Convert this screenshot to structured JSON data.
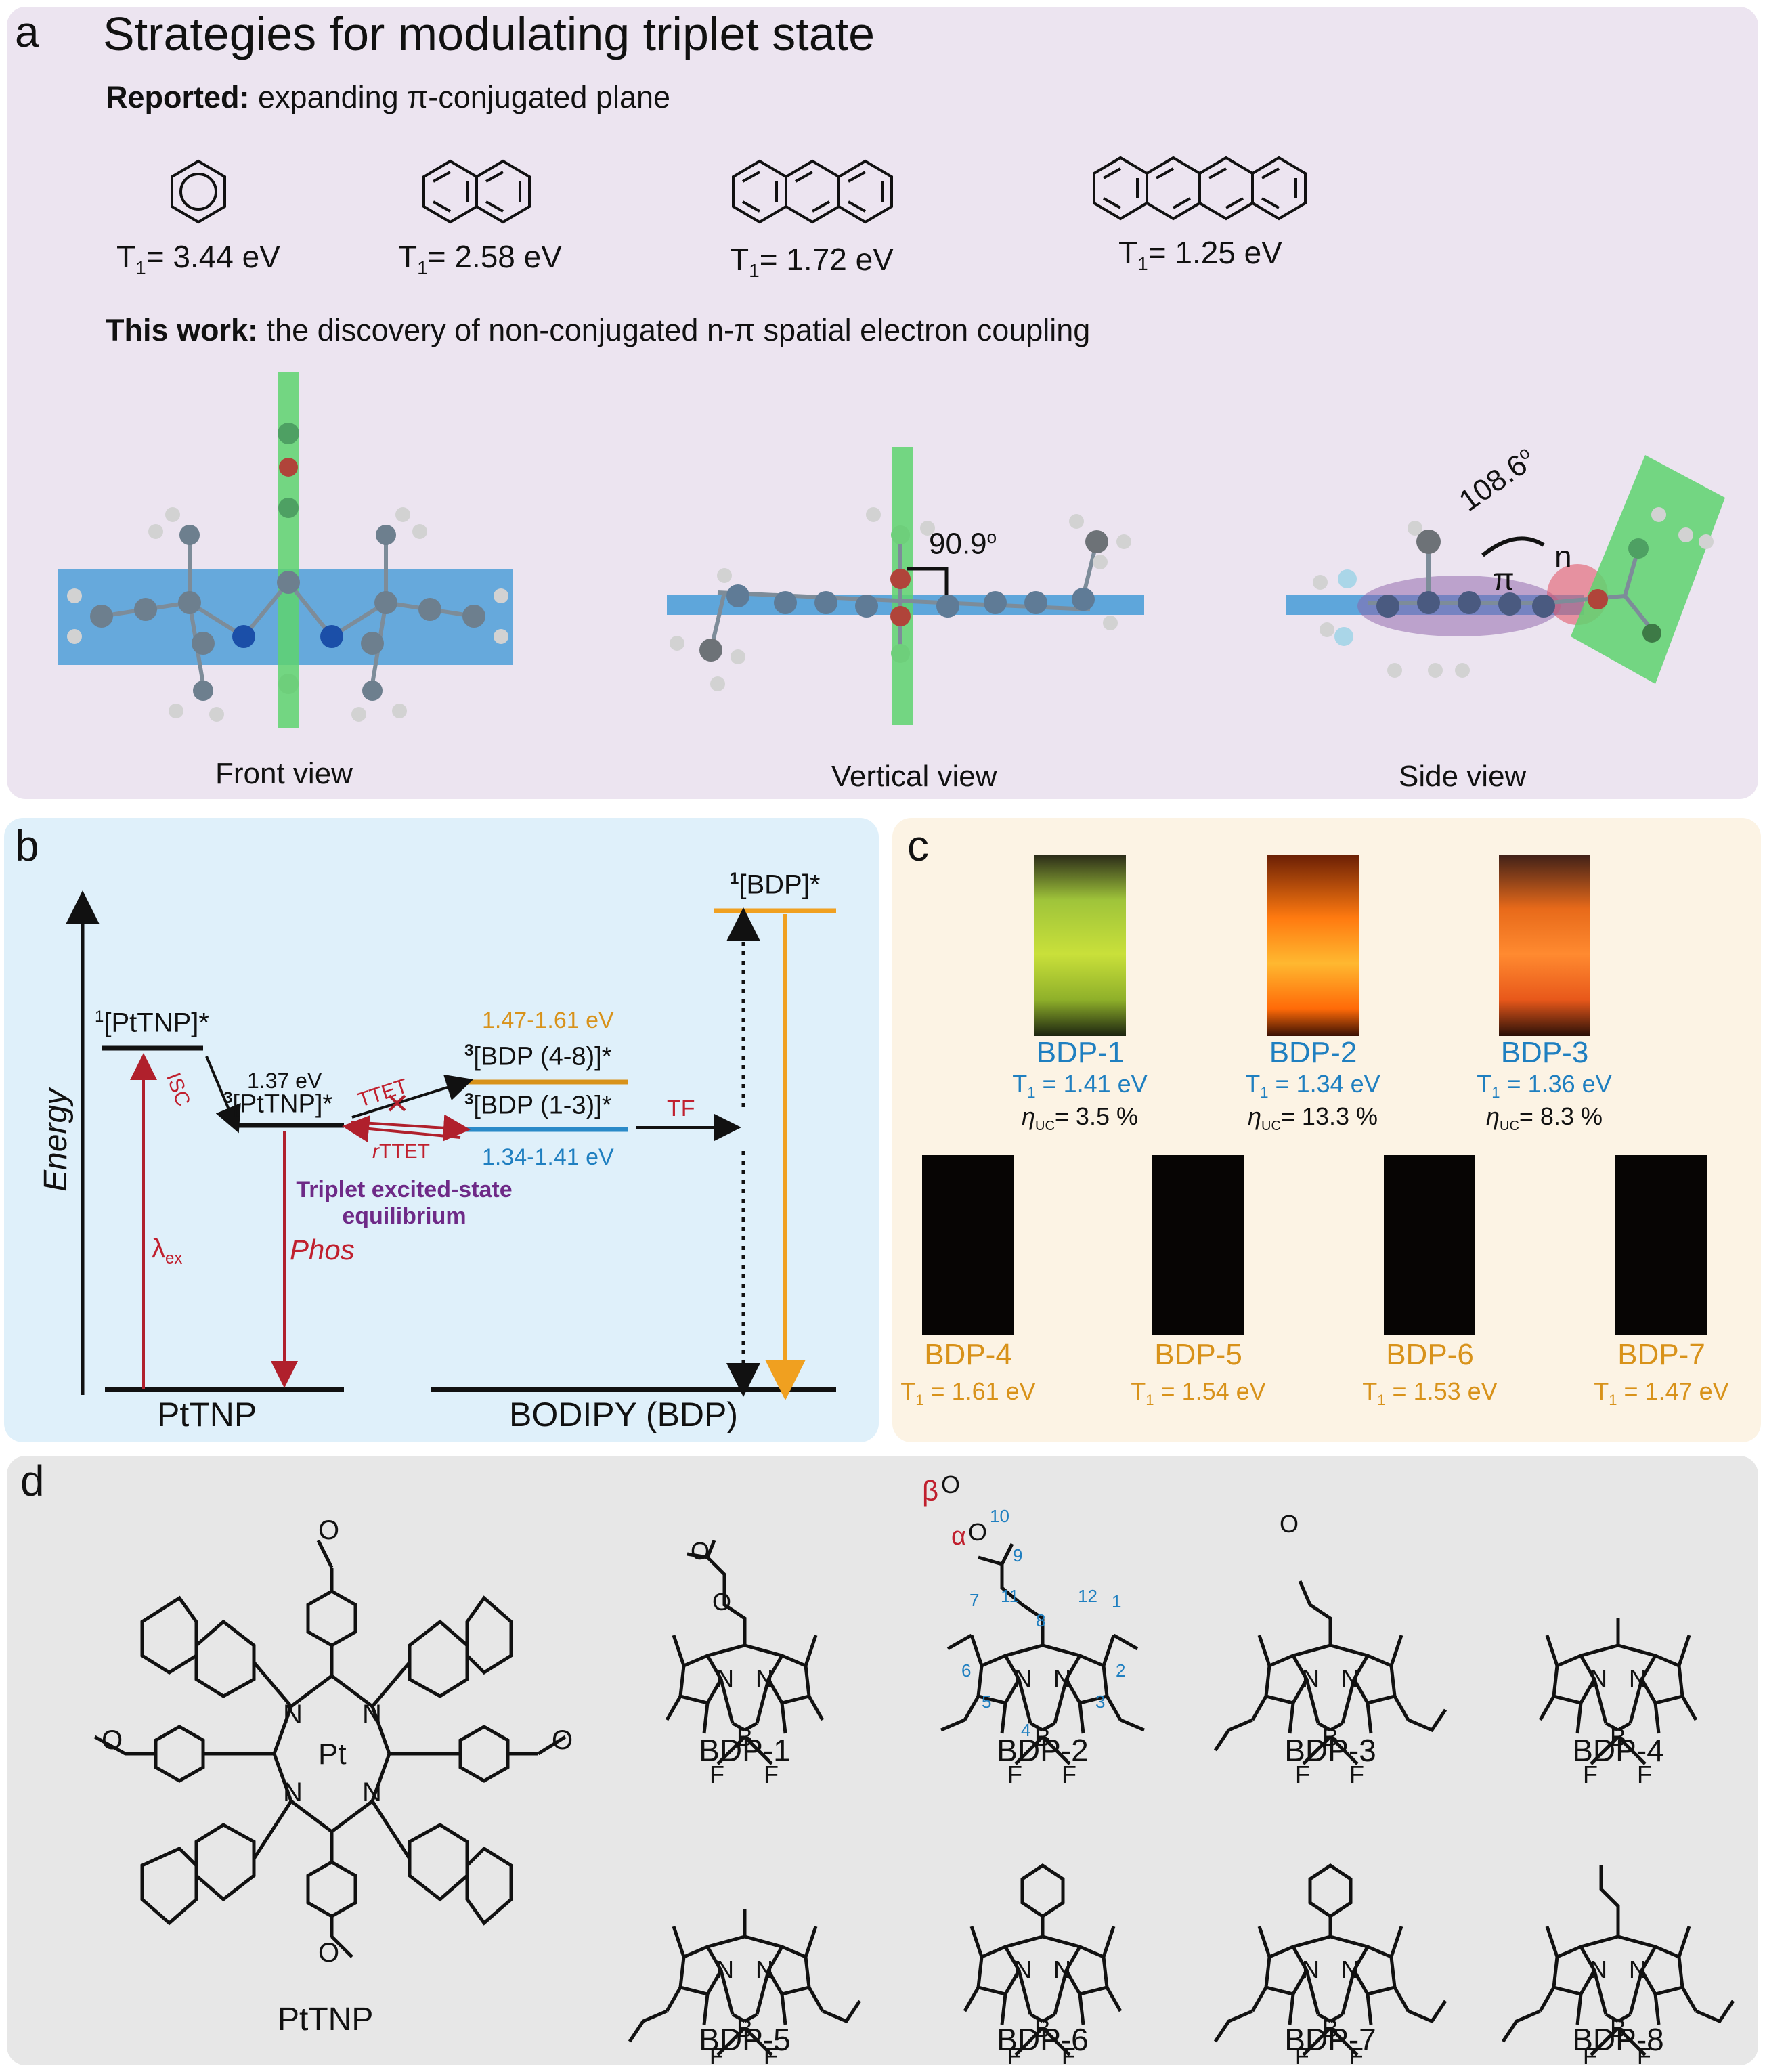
{
  "panel_a": {
    "letter": "a",
    "title": "Strategies for modulating triplet state",
    "reported_label": "Reported:",
    "reported_text": "expanding π-conjugated plane",
    "acenes": [
      {
        "t1_prefix": "T",
        "t1_sub": "1",
        "t1_value": "= 3.44 eV"
      },
      {
        "t1_prefix": "T",
        "t1_sub": "1",
        "t1_value": "= 2.58 eV"
      },
      {
        "t1_prefix": "T",
        "t1_sub": "1",
        "t1_value": "= 1.72 eV"
      },
      {
        "t1_prefix": "T",
        "t1_sub": "1",
        "t1_value": "= 1.25 eV"
      }
    ],
    "thiswork_label": "This work:",
    "thiswork_text": "the discovery of non-conjugated n-π spatial electron coupling",
    "views": [
      "Front view",
      "Vertical view",
      "Side view"
    ],
    "vertical_angle": "90.9",
    "side_angle": "108.6",
    "degree": "o",
    "pi_label": "π",
    "n_label": "n"
  },
  "panel_b": {
    "letter": "b",
    "energy_label": "Energy",
    "s1_pt": "[PtTNP]*",
    "s1_pt_sup": "1",
    "t1_pt": "[PtTNP]*",
    "t1_pt_sup": "3",
    "t1_pt_energy": "1.37 eV",
    "isc": "ISC",
    "ttet": "TTET",
    "rttet_r": "r",
    "rttet": "TTET",
    "t_bdp48": "[BDP (4-8)]*",
    "t_bdp48_sup": "3",
    "t_bdp48_energy": "1.47-1.61 eV",
    "t_bdp13": "[BDP (1-3)]*",
    "t_bdp13_sup": "3",
    "t_bdp13_energy": "1.34-1.41 eV",
    "tf": "TF",
    "s1_bdp": "[BDP]*",
    "s1_bdp_sup": "1",
    "equilibrium_line1": "Triplet excited-state",
    "equilibrium_line2": "equilibrium",
    "phos": "Phos",
    "lambda": "λ",
    "lambda_sub": "ex",
    "ground_pt": "PtTNP",
    "ground_bdp": "BODIPY (BDP)",
    "colors": {
      "tf_arrow": "#f0a020",
      "bdp13_level": "#2a8ac8",
      "bdp48_level": "#d8921a",
      "excitation": "#b0202c"
    }
  },
  "panel_c": {
    "letter": "c",
    "top_vials": [
      {
        "name": "BDP-1",
        "t1_prefix": "T",
        "t1_sub": "1",
        "t1_value": " = 1.41 eV",
        "eta": "η",
        "eta_sub": "UC",
        "eta_value": "= 3.5 %"
      },
      {
        "name": "BDP-2",
        "t1_prefix": "T",
        "t1_sub": "1",
        "t1_value": " = 1.34 eV",
        "eta": "η",
        "eta_sub": "UC",
        "eta_value": "= 13.3 %"
      },
      {
        "name": "BDP-3",
        "t1_prefix": "T",
        "t1_sub": "1",
        "t1_value": " = 1.36 eV",
        "eta": "η",
        "eta_sub": "UC",
        "eta_value": "= 8.3 %"
      }
    ],
    "bottom_vials": [
      {
        "name": "BDP-4",
        "t1_prefix": "T",
        "t1_sub": "1",
        "t1_value": " = 1.61 eV"
      },
      {
        "name": "BDP-5",
        "t1_prefix": "T",
        "t1_sub": "1",
        "t1_value": " = 1.54 eV"
      },
      {
        "name": "BDP-6",
        "t1_prefix": "T",
        "t1_sub": "1",
        "t1_value": " = 1.53 eV"
      },
      {
        "name": "BDP-7",
        "t1_prefix": "T",
        "t1_sub": "1",
        "t1_value": " = 1.47 eV"
      }
    ]
  },
  "panel_d": {
    "letter": "d",
    "pt_name": "PtTNP",
    "atom_pt": "Pt",
    "atom_n": "N",
    "atom_b": "B",
    "atom_f": "F",
    "atom_o": "O",
    "alpha": "α",
    "beta": "β",
    "numbering": [
      "1",
      "2",
      "3",
      "4",
      "5",
      "6",
      "7",
      "8",
      "9",
      "10",
      "11",
      "12"
    ],
    "bodipys": [
      "BDP-1",
      "BDP-2",
      "BDP-3",
      "BDP-4",
      "BDP-5",
      "BDP-6",
      "BDP-7",
      "BDP-8"
    ]
  }
}
